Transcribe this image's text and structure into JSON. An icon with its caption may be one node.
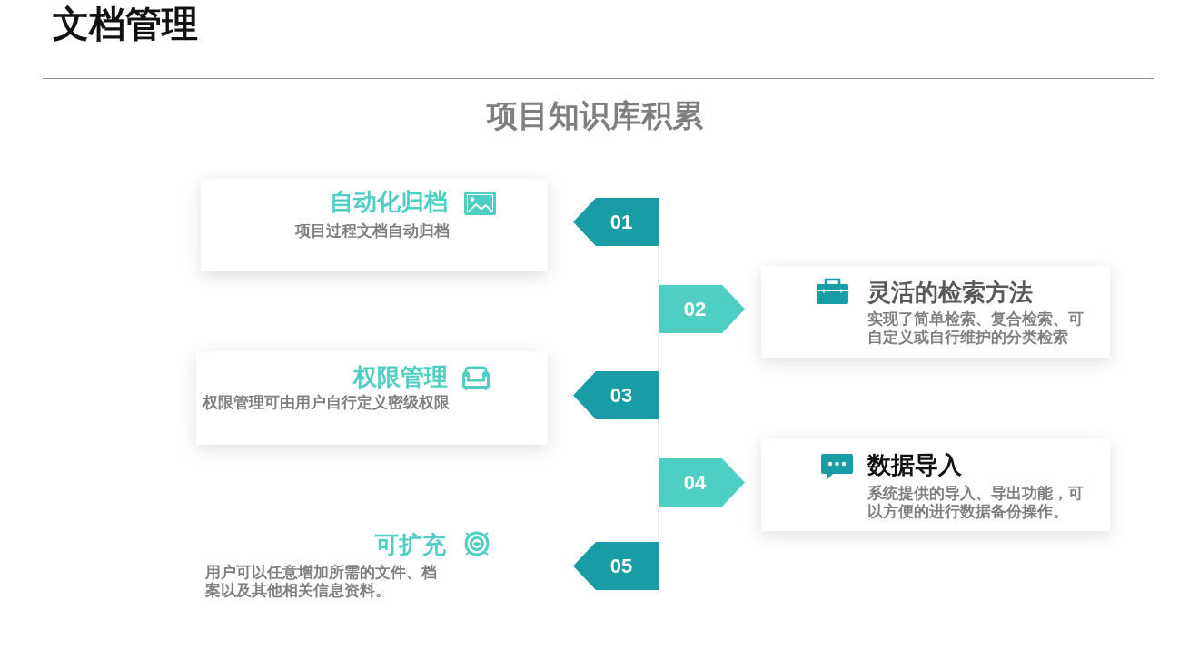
{
  "diagram": {
    "title": "文档管理",
    "nodes": [
      {
        "text": [
          "自动化归档",
          "项目过程文档自动归档"
        ]
      },
      {
        "text": [
          "01"
        ]
      },
      {
        "text": [
          "02"
        ]
      },
      {
        "text": [
          "灵活的检索方法",
          "实现了简单检索、复合检索、可自定义或自行维护的分类检索"
        ]
      },
      {
        "text": [
          "权限管理",
          "权限管理可由用户自行定义密级权限"
        ]
      },
      {
        "text": [
          "03"
        ]
      },
      {
        "text": [
          "04"
        ]
      },
      {
        "text": [
          "数据导入",
          "系统提供的导入、导出功能，可以方便的进行数据备份操作。"
        ]
      },
      {
        "text": [
          "可扩充",
          "用户可以任意增加所需的文件、档案以及其他相关信息资料。"
        ]
      },
      {
        "text": [
          "05"
        ]
      }
    ],
    "edges": [
      {
        "from": 1,
        "to": 2,
        "arrow": "none"
      },
      {
        "from": 2,
        "to": 5,
        "arrow": "none"
      },
      {
        "from": 5,
        "to": 6,
        "arrow": "none"
      },
      {
        "from": 6,
        "to": 9,
        "arrow": "none"
      }
    ],
    "labels": [
      "项目知识库积累"
    ]
  }
}
